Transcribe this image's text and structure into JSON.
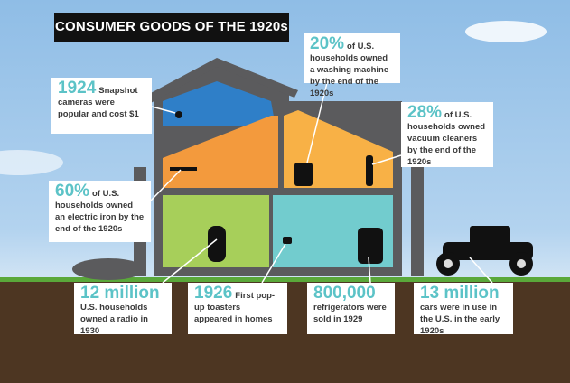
{
  "title": "CONSUMER GOODS OF THE 1920s",
  "facts": [
    {
      "stat": "1924",
      "text": "Snapshot cameras were popular and cost $1"
    },
    {
      "stat": "60%",
      "text": "of U.S. households owned an electric iron by the end of the 1920s"
    },
    {
      "stat": "20%",
      "text": "of U.S. households owned a washing machine by the end of the 1920s"
    },
    {
      "stat": "28%",
      "text": "of U.S. households owned vacuum cleaners by the end of the 1920s"
    },
    {
      "stat": "12 million",
      "text": "U.S. households owned a radio in 1930"
    },
    {
      "stat": "1926",
      "text": "First pop-up toasters appeared in homes"
    },
    {
      "stat": "800,000",
      "text": "refrigerators were sold in 1929"
    },
    {
      "stat": "13 million",
      "text": "cars were in use in the U.S. in the early 1920s"
    }
  ],
  "colors": {
    "accent": "#5cc3c7",
    "house": "#5b5b5d",
    "attic": "#2f7fc8",
    "room_orange": "#f39a3d",
    "room_light_orange": "#f8b146",
    "room_green": "#a7cf5a",
    "room_teal": "#72ccce",
    "ground": "#4d3622",
    "grass": "#5aa83a"
  }
}
